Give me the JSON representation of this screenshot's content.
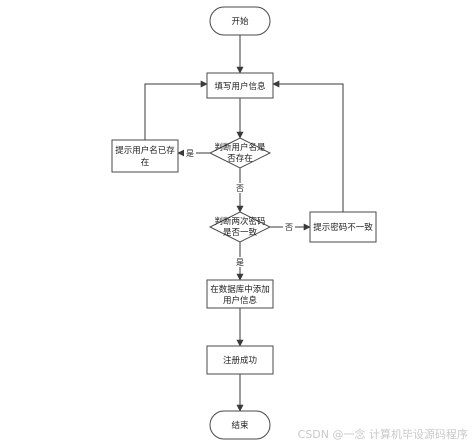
{
  "flowchart": {
    "start": "开始",
    "fill_info": "填写用户信息",
    "check_username": [
      "判断用户名是",
      "否存在"
    ],
    "hint_user_exists": [
      "提示用户名已存",
      "在"
    ],
    "check_password": [
      "判断两次密码",
      "是否一致"
    ],
    "hint_password_mismatch": "提示密码不一致",
    "add_to_db": [
      "在数据库中添加",
      "用户信息"
    ],
    "register_success": "注册成功",
    "end": "结束",
    "label_yes_1": "是",
    "label_no_1": "否",
    "label_no_2": "否",
    "label_yes_2": "是"
  },
  "watermark": "CSDN @一念 计算机毕设源码程序",
  "colors": {
    "border": "#4a4a4a",
    "line": "#3a3a3a",
    "text": "#222222",
    "fill": "#ffffff"
  }
}
